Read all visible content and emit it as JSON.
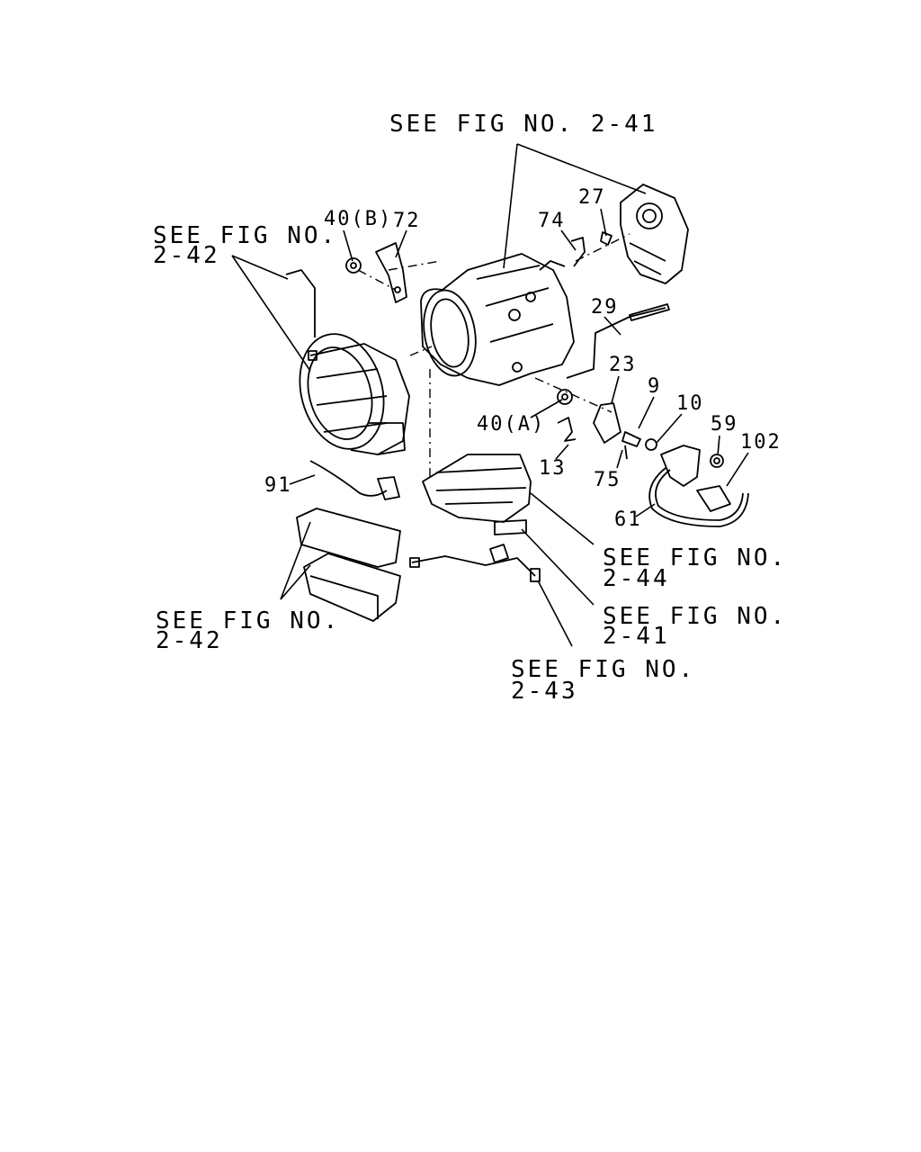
{
  "references": {
    "top": "SEE FIG NO. 2-41",
    "left_upper_line1": "SEE FIG NO.",
    "left_upper_line2": "2-42",
    "right_mid_line1": "SEE FIG NO.",
    "right_mid_line2": "2-44",
    "right_low_line1": "SEE FIG NO.",
    "right_low_line2": "2-41",
    "bottom_line1": "SEE FIG NO.",
    "bottom_line2": "2-43",
    "left_lower_line1": "SEE FIG NO.",
    "left_lower_line2": "2-42"
  },
  "callouts": {
    "c27": "27",
    "c74": "74",
    "c40b": "40(B)",
    "c72": "72",
    "c29": "29",
    "c23": "23",
    "c9": "9",
    "c10": "10",
    "c59": "59",
    "c102": "102",
    "c40a": "40(A)",
    "c13": "13",
    "c75": "75",
    "c91": "91",
    "c61": "61"
  }
}
